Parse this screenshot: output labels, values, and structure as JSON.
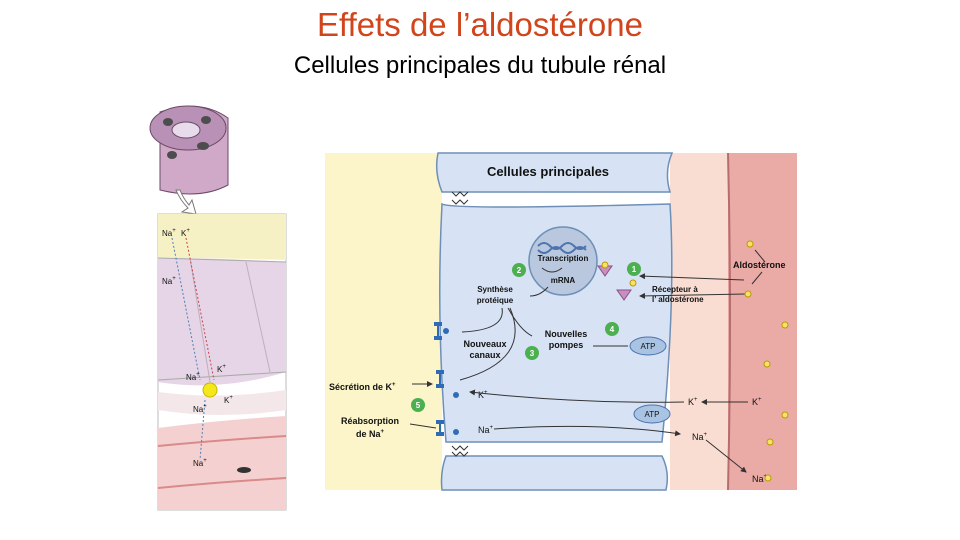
{
  "title": "Effets de l’aldostérone",
  "subtitle": "Cellules principales du tubule rénal",
  "diagram": {
    "header": "Cellules principales",
    "transcription": "Transcription",
    "mrna": "mRNA",
    "synthese_1": "Synthèse",
    "synthese_2": "protéique",
    "nouveaux_canaux_1": "Nouveaux",
    "nouveaux_canaux_2": "canaux",
    "nouvelles_pompes_1": "Nouvelles",
    "nouvelles_pompes_2": "pompes",
    "atp": "ATP",
    "aldosterone": "Aldostérone",
    "recepteur_1": "Récepteur à",
    "recepteur_2": "l’ aldostérone",
    "secretion_k": "Sécrétion de K",
    "reabsorption_1": "Réabsorption",
    "reabsorption_2": "de Na",
    "k": "K",
    "na": "Na",
    "plus": "+",
    "step_numbers": [
      "1",
      "2",
      "3",
      "4",
      "5"
    ]
  },
  "colors": {
    "title": "#d0451b",
    "lumen": "#fbf5c9",
    "cell": "#d7e3f4",
    "interstitium": "#f9dcd2",
    "capillary": "#eaaaa6",
    "step_badge": "#4caf50",
    "aldosterone_dot": "#f6e26b",
    "channel": "#2f6cb5"
  }
}
